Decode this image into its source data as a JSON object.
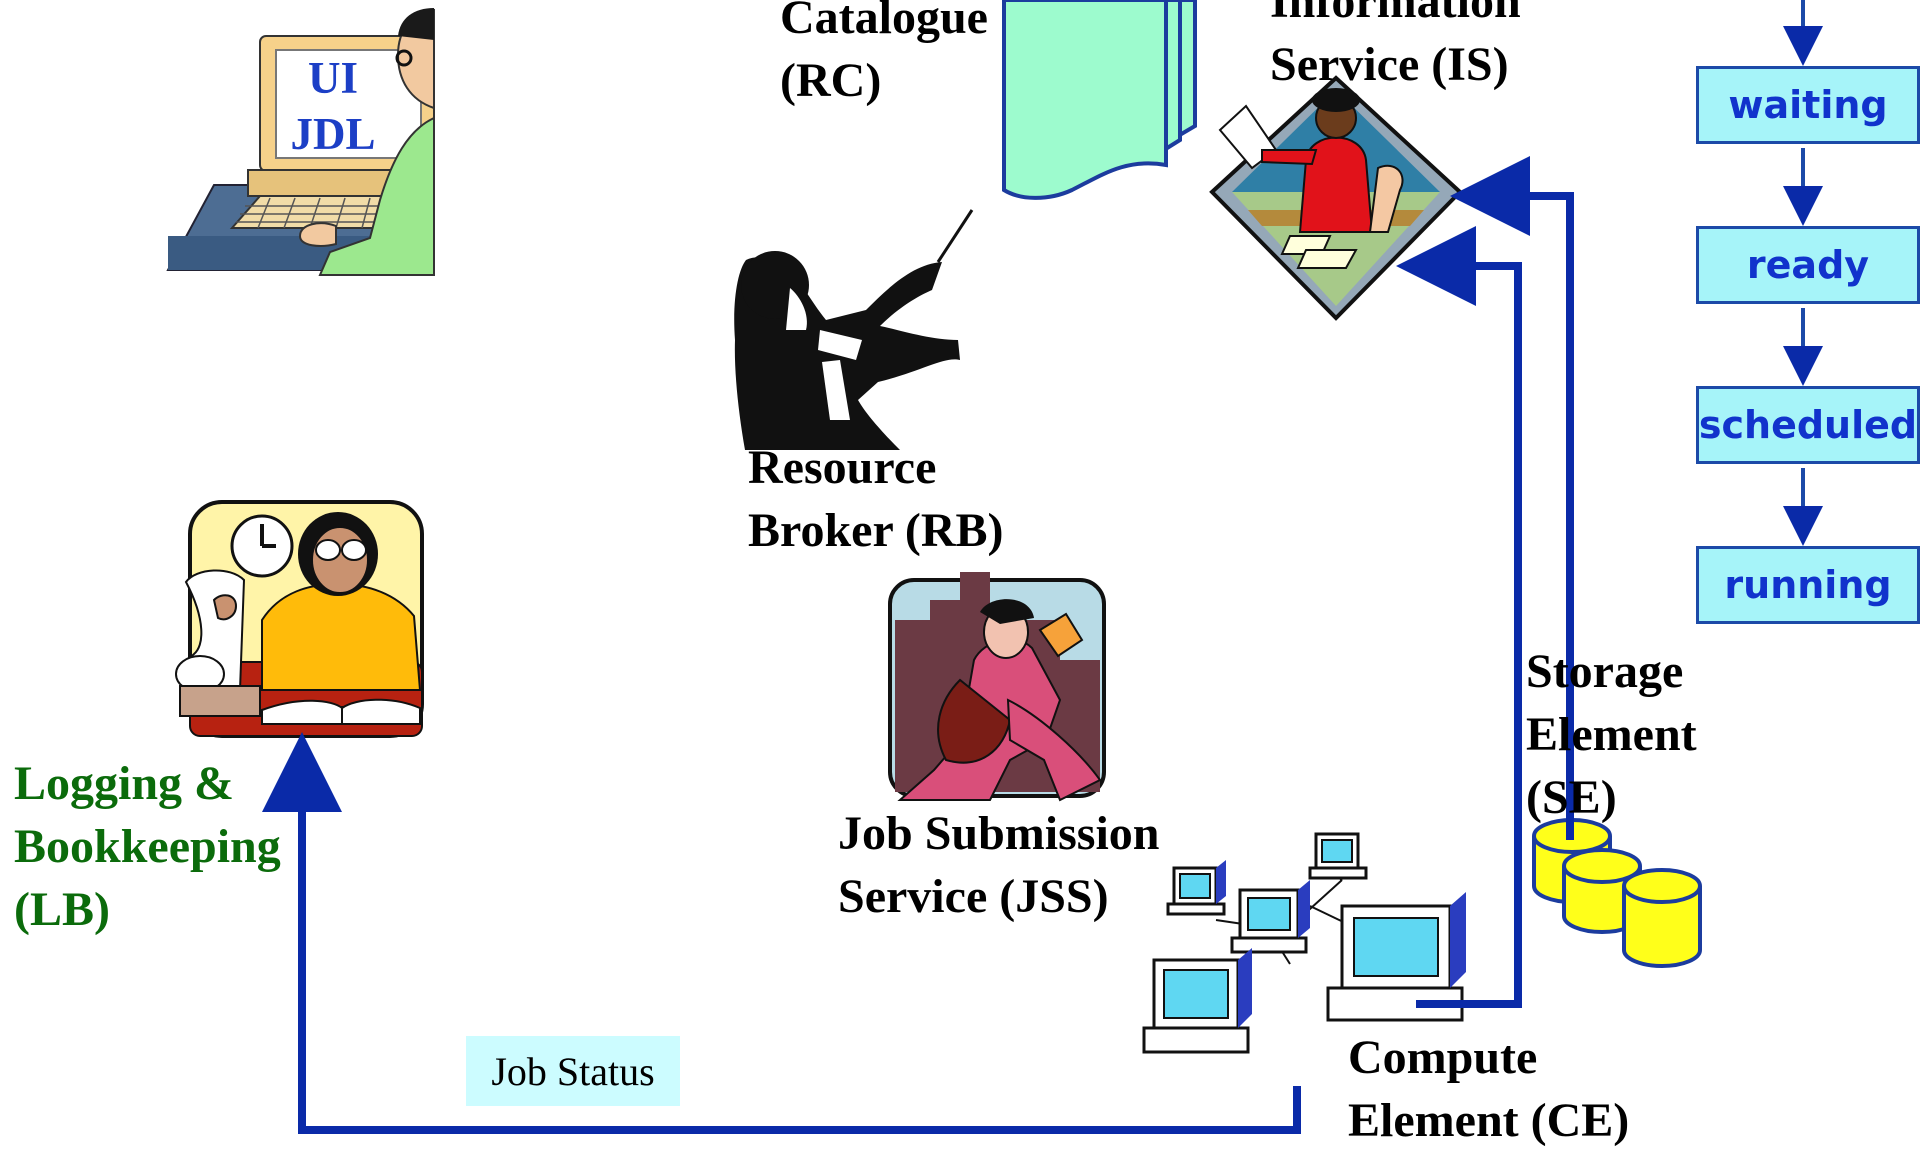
{
  "ui_jdl": {
    "line1": "UI",
    "line2": "JDL"
  },
  "rc_label": {
    "line1": "Catalogue",
    "line2": "(RC)"
  },
  "is_label": {
    "line1": "Information",
    "line2": "Service (IS)"
  },
  "rb_label": {
    "line1": "Resource",
    "line2": "Broker (RB)"
  },
  "lb_label": {
    "line1": "Logging &",
    "line2": "Bookkeeping",
    "line3": "(LB)"
  },
  "jss_label": {
    "line1": "Job Submission",
    "line2": "Service (JSS)"
  },
  "se_label": {
    "line1": "Storage",
    "line2": "Element",
    "line3": "(SE)"
  },
  "ce_label": {
    "line1": "Compute",
    "line2": "Element (CE)"
  },
  "job_status": "Job Status",
  "states": [
    "waiting",
    "ready",
    "scheduled",
    "running"
  ],
  "colors": {
    "flow_arrow": "#0a2aa8",
    "lb_label": "#0b6b0b",
    "ui_text": "#1c3fc6",
    "state_fill": "#a6f4f9",
    "state_text": "#1133cc",
    "job_status_fill": "#ccfcff",
    "catalogue_fill": "#9dfbce",
    "storage_fill": "#ffff1a"
  }
}
